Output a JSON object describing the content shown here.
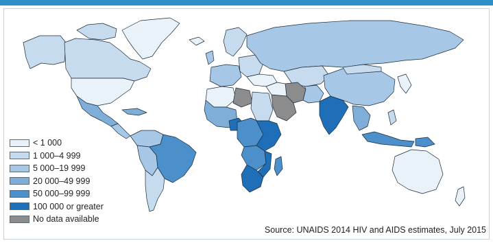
{
  "legend": {
    "items": [
      {
        "label": "< 1 000",
        "color": "#e9f1f9"
      },
      {
        "label": "1 000–4 999",
        "color": "#c7dbee"
      },
      {
        "label": "5 000–19 999",
        "color": "#a6c7e6"
      },
      {
        "label": "20 000–49 999",
        "color": "#7faed8"
      },
      {
        "label": "50 000–99 999",
        "color": "#4b8fcb"
      },
      {
        "label": "100 000 or greater",
        "color": "#1f6fb8"
      },
      {
        "label": "No data available",
        "color": "#8c8c8c"
      }
    ]
  },
  "source": "Source: UNAIDS 2014 HIV and AIDS estimates, July 2015",
  "colors": {
    "header_bar": "#2f8fc9",
    "border": "#1a2a3a"
  }
}
